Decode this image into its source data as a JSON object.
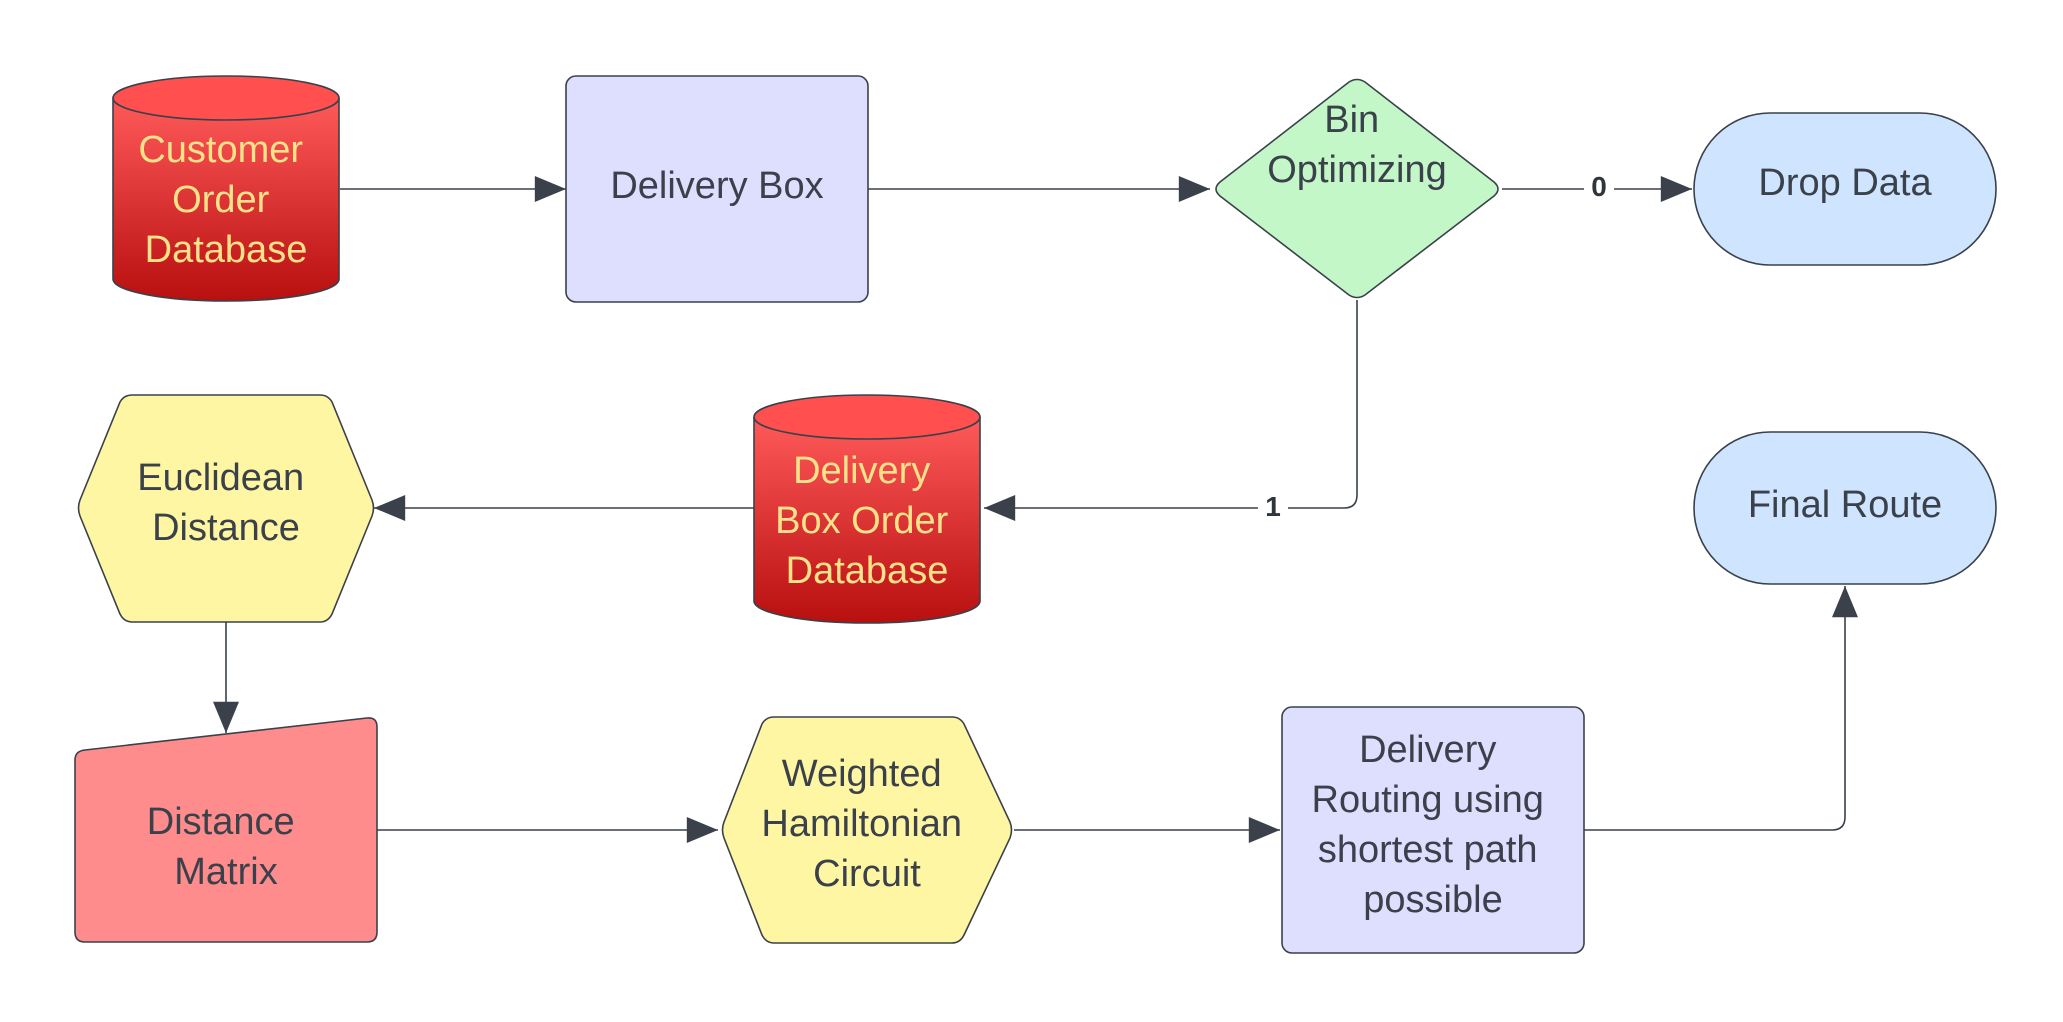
{
  "nodes": {
    "customer_db": {
      "lines": [
        "Customer",
        "Order",
        "Database"
      ]
    },
    "delivery_box": {
      "lines": [
        "Delivery Box"
      ]
    },
    "bin_optimizing": {
      "lines": [
        "Bin",
        "Optimizing"
      ]
    },
    "drop_data": {
      "lines": [
        "Drop Data"
      ]
    },
    "delivery_box_db": {
      "lines": [
        "Delivery",
        "Box Order",
        "Database"
      ]
    },
    "euclidean": {
      "lines": [
        "Euclidean",
        "Distance"
      ]
    },
    "final_route": {
      "lines": [
        "Final Route"
      ]
    },
    "distance_matrix": {
      "lines": [
        "Distance",
        "Matrix"
      ]
    },
    "hamiltonian": {
      "lines": [
        "Weighted",
        "Hamiltonian",
        "Circuit"
      ]
    },
    "routing": {
      "lines": [
        "Delivery",
        "Routing using",
        "shortest path",
        "possible"
      ]
    }
  },
  "edges": {
    "bin_to_drop_label": "0",
    "bin_to_db_label": "1"
  },
  "colors": {
    "database_fill_top": "#ff5a5a",
    "database_fill_bottom": "#b80f0f",
    "database_text": "#ffe28a",
    "process_fill": "#dedfff",
    "decision_fill": "#c3f7c8",
    "terminal_fill": "#cfe4ff",
    "hexagon_fill": "#fef6a3",
    "manual_input_fill": "#ff8c8c",
    "line": "#3a414a"
  }
}
